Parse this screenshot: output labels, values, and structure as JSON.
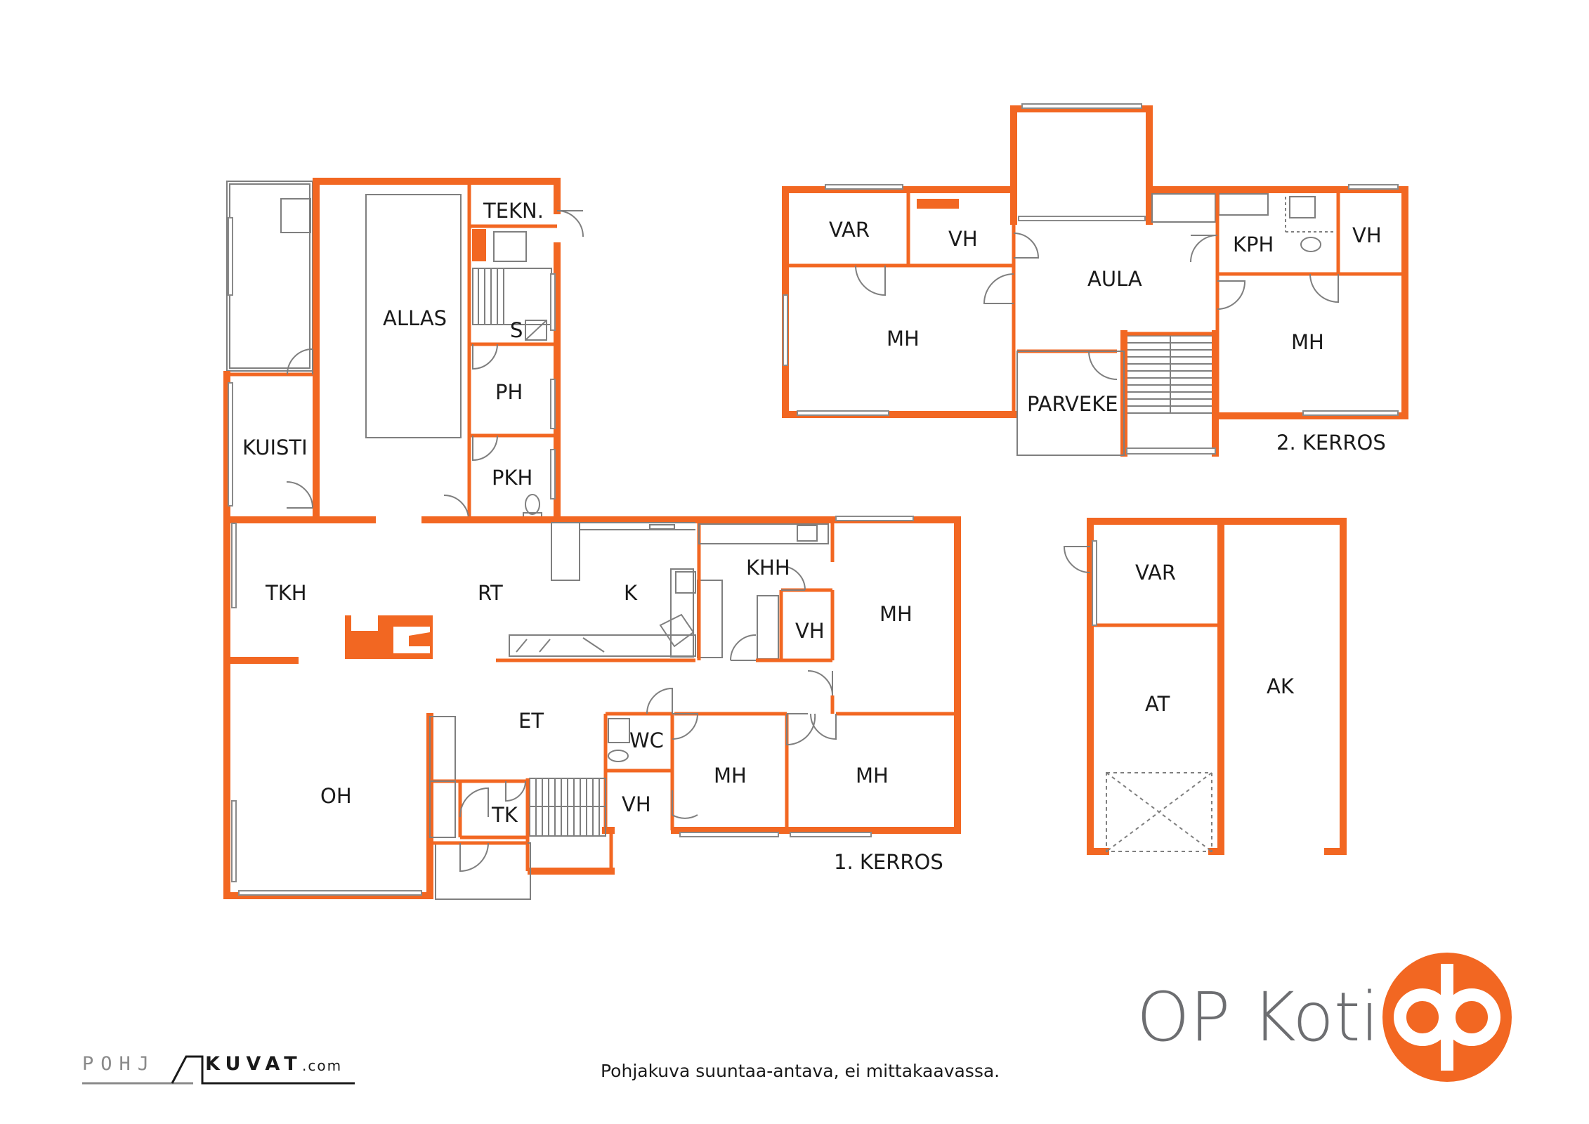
{
  "floors": {
    "first": {
      "label": "1. KERROS",
      "rooms": {
        "tekn": "TEKN.",
        "allas": "ALLAS",
        "s": "S",
        "ph": "PH",
        "kuisti": "KUISTI",
        "pkh": "PKH",
        "tkh": "TKH",
        "rt": "RT",
        "k": "K",
        "khh": "KHH",
        "vh_khh": "VH",
        "mh_east": "MH",
        "et": "ET",
        "wc": "WC",
        "oh": "OH",
        "tk": "TK",
        "vh_south": "VH",
        "mh_south1": "MH",
        "mh_south2": "MH"
      }
    },
    "second": {
      "label": "2. KERROS",
      "rooms": {
        "var": "VAR",
        "vh_left": "VH",
        "aula": "AULA",
        "kph": "KPH",
        "vh_right": "VH",
        "mh_left": "MH",
        "mh_right": "MH",
        "parveke": "PARVEKE"
      }
    },
    "garage": {
      "rooms": {
        "var": "VAR",
        "at": "AT",
        "ak": "AK"
      }
    }
  },
  "footer": {
    "disclaimer": "Pohjakuva suuntaa-antava, ei mittakaavassa.",
    "brand_name": "OP Koti",
    "watermark_left": "POHJ",
    "watermark_right": "KUVAT",
    "watermark_suffix": ".com"
  },
  "colors": {
    "wall": "#f26722",
    "logo_orange": "#f26722",
    "brand_text": "#6d6e71"
  }
}
